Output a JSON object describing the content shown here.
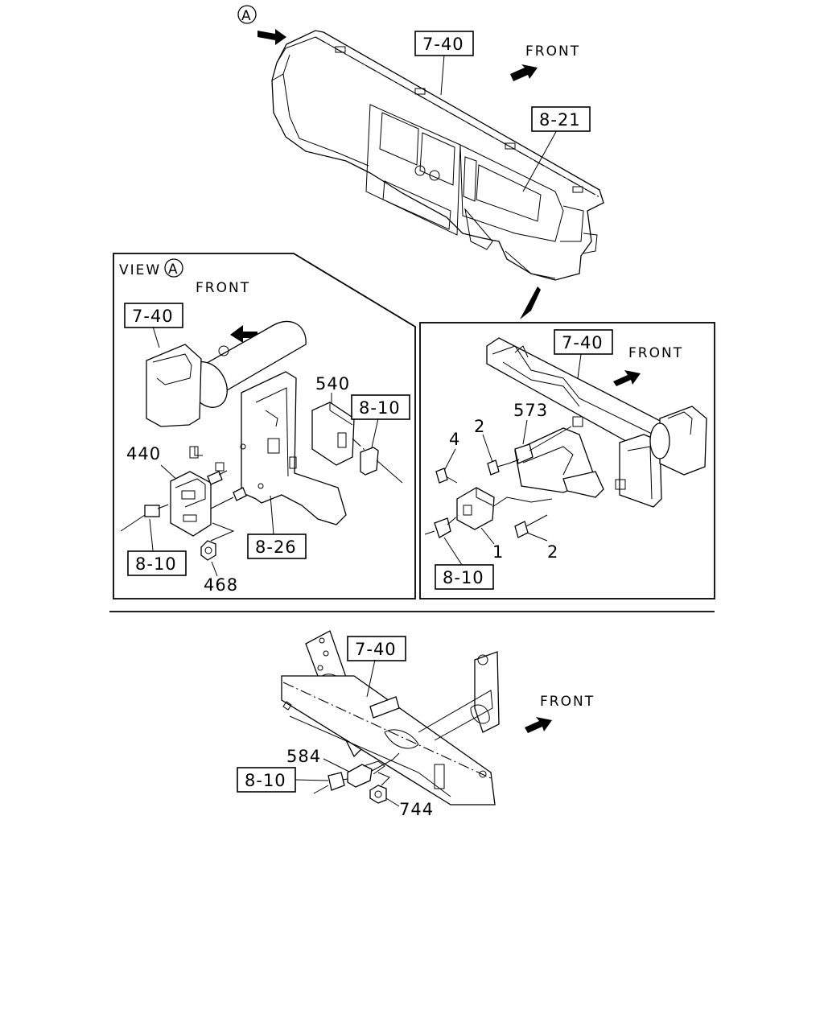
{
  "markers": {
    "view_letter": "A"
  },
  "view": {
    "title": "VIEW"
  },
  "directions": {
    "front": "FRONT"
  },
  "ref_boxes": {
    "top_frame": "7-40",
    "instrument_panel": "8-21",
    "left_frame": "7-40",
    "left_connector_top": "8-10",
    "left_connector_bottom": "8-10",
    "left_bracket": "8-26",
    "right_frame": "7-40",
    "right_connector": "8-10",
    "bottom_frame": "7-40",
    "bottom_connector": "8-10"
  },
  "part_numbers": {
    "p540": "540",
    "p440": "440",
    "p468": "468",
    "p573": "573",
    "p4": "4",
    "p2_top": "2",
    "p1": "1",
    "p2_bottom": "2",
    "p584": "584",
    "p744": "744"
  }
}
